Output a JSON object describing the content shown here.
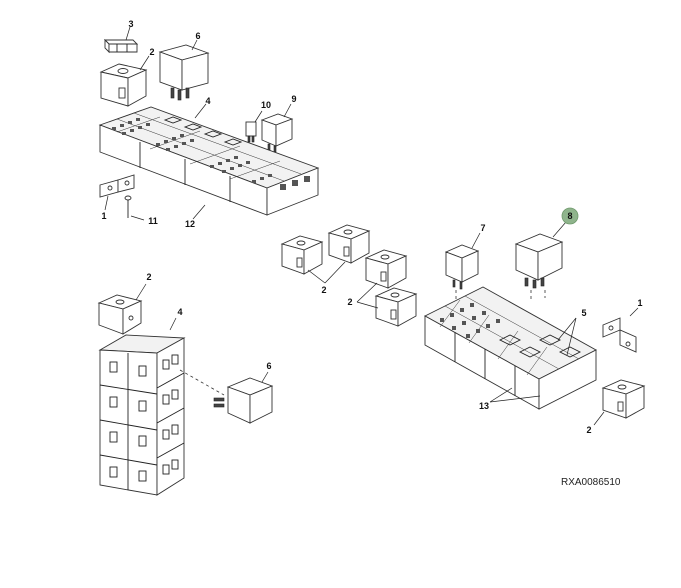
{
  "figure_ref": "RXA0086510",
  "highlight_color": "#8fb48c",
  "callouts": {
    "c3": "3",
    "c2a": "2",
    "c6a": "6",
    "c4a": "4",
    "c10": "10",
    "c9": "9",
    "c1a": "1",
    "c11": "11",
    "c12": "12",
    "c2b": "2",
    "c2c": "2",
    "c7": "7",
    "c8": "8",
    "c5": "5",
    "c1b": "1",
    "c13": "13",
    "c2d": "2",
    "c2e": "2",
    "c4b": "4",
    "c6b": "6"
  }
}
